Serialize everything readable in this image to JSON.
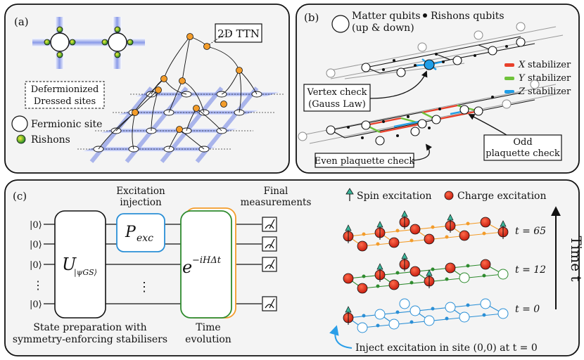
{
  "panel_a": {
    "label": "(a)",
    "ttn_title": "2D TTN",
    "box_line1": "Defermionized",
    "box_line2": "Dressed sites",
    "legend_site": "Fermionic site",
    "legend_rishon": "Rishons"
  },
  "panel_b": {
    "label": "(b)",
    "matter_line1": "Matter qubits",
    "matter_line2": "(up & down)",
    "rishon_legend": "Rishons qubits",
    "stab_x_letter": "X",
    "stab_y_letter": "Y",
    "stab_z_letter": "Z",
    "stab_word": "stabilizer",
    "vertex_line1": "Vertex check",
    "vertex_line2": "(Gauss Law)",
    "odd_line1": "Odd",
    "odd_line2": "plaquette check",
    "even_label": "Even plaquette check",
    "colors": {
      "x": "#e8402a",
      "y": "#6fc23a",
      "z": "#1f9ee8"
    }
  },
  "panel_c": {
    "label": "(c)",
    "excitation_line1": "Excitation",
    "excitation_line2": "injection",
    "final_line1": "Final",
    "final_line2": "measurements",
    "ket": "|0⟩",
    "vdots": "⋮",
    "u_main": "U",
    "u_sub": "|ψGS⟩",
    "p_main": "P",
    "p_sub": "exc",
    "evo_base": "e",
    "evo_exp": "−iHΔt",
    "prep_line1": "State preparation with",
    "prep_line2": "symmetry-enforcing stabilisers",
    "time_line1": "Time",
    "time_line2": "evolution",
    "spin_legend": "Spin excitation",
    "charge_legend": "Charge excitation",
    "t_axis": "Time t",
    "t65": "t = 65",
    "t12": "t = 12",
    "t0": "t = 0",
    "inject": "Inject excitation in site (0,0) at t = 0",
    "colors": {
      "t65": "#f39c2a",
      "t12": "#2e8b2e",
      "t0": "#2a8fd6"
    }
  }
}
